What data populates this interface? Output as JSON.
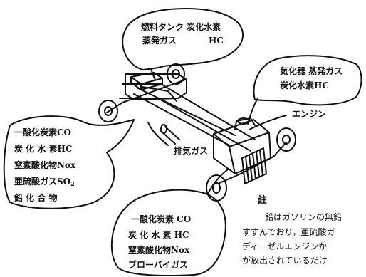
{
  "colors": {
    "ink": "#111111",
    "paper": "#ffffff"
  },
  "labels": {
    "fuel_tank_line1": "燃料タンク 炭化水素",
    "fuel_tank_line2": "蒸発ガス",
    "fuel_tank_hc": "HC",
    "carburetor_line1": "気化器 蒸発ガス",
    "carburetor_line2": "炭化水素HC",
    "engine": "エンジン",
    "exhaust_gas": "排気ガス",
    "exhaust_items": [
      "一酸化炭素CO",
      "炭 化 水 素HC",
      "窒素酸化物Nox",
      "亜硫酸ガスSO",
      "鉛 化 合 物"
    ],
    "exhaust_so2_subscript": "2",
    "blowby_items": [
      "一酸化炭素 CO",
      "炭 化 水 素 HC",
      "窒素酸化物Nox",
      "ブローバイガス"
    ],
    "note_title": "註",
    "note_lines": [
      "鉛はガソリンの無鉛",
      "すすんでおり，亜硫酸ガ",
      "ディーゼルエンジンか",
      "が放出されているだけ"
    ]
  }
}
